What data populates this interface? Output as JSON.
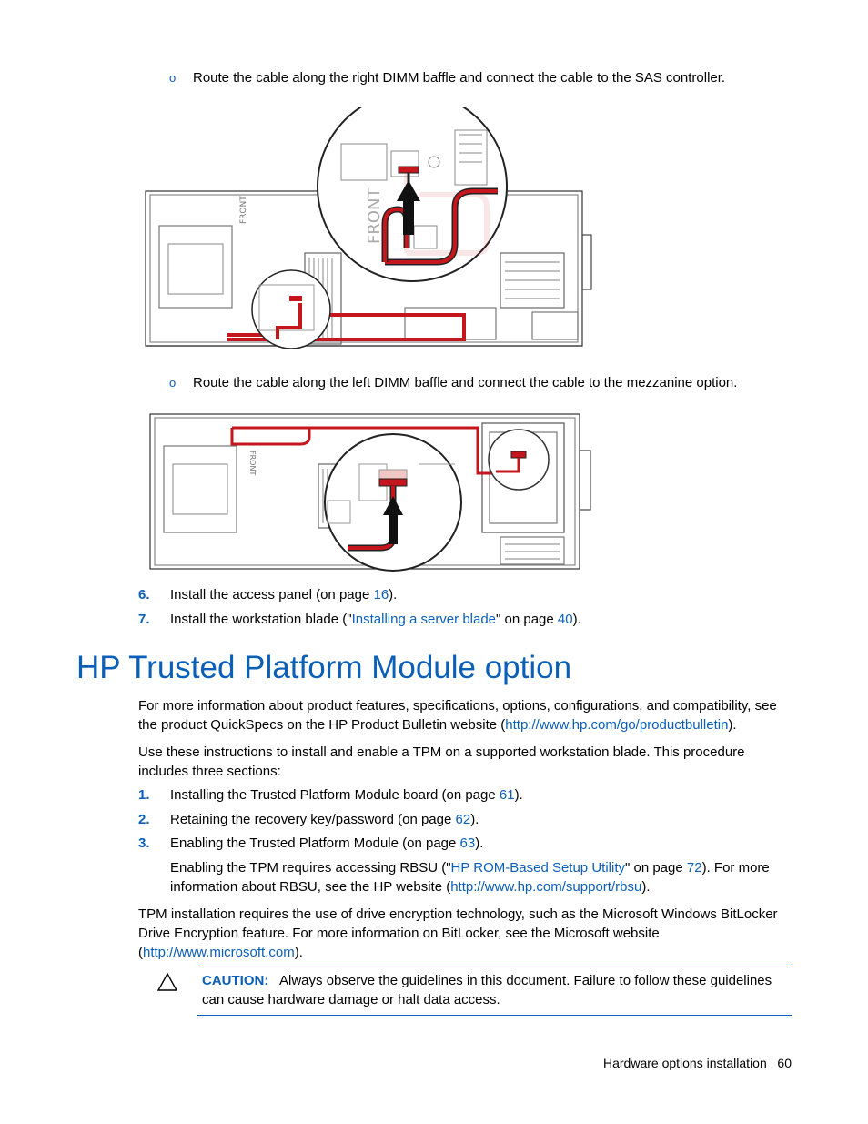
{
  "bullets": [
    {
      "marker": "o",
      "text": "Route the cable along the right DIMM baffle and connect the cable to the SAS controller."
    },
    {
      "marker": "o",
      "text": "Route the cable along the left DIMM baffle and connect the cable to the mezzanine option."
    }
  ],
  "figure1": {
    "label_front": "FRONT"
  },
  "figure2": {
    "label_front": "FRONT"
  },
  "steps_top": [
    {
      "num": "6.",
      "pre": "Install the access panel (on page ",
      "link": "16",
      "post": ")."
    },
    {
      "num": "7.",
      "pre": "Install the workstation blade (\"",
      "link": "Installing a server blade",
      "mid": "\" on page ",
      "link2": "40",
      "post": ")."
    }
  ],
  "section": {
    "title": "HP Trusted Platform Module option",
    "p1_pre": "For more information about product features, specifications, options, configurations, and compatibility, see the product QuickSpecs on the HP Product Bulletin website (",
    "p1_link": "http://www.hp.com/go/productbulletin",
    "p1_post": ").",
    "p2": "Use these instructions to install and enable a TPM on a supported workstation blade. This procedure includes three sections:",
    "steps": [
      {
        "num": "1.",
        "pre": "Installing the Trusted Platform Module board (on page ",
        "link": "61",
        "post": ")."
      },
      {
        "num": "2.",
        "pre": "Retaining the recovery key/password (on page ",
        "link": "62",
        "post": ")."
      },
      {
        "num": "3.",
        "pre": "Enabling the Trusted Platform Module (on page ",
        "link": "63",
        "post": ")."
      }
    ],
    "sub_pre": "Enabling the TPM requires accessing RBSU (\"",
    "sub_link": "HP ROM-Based Setup Utility",
    "sub_mid": "\" on page ",
    "sub_link2": "72",
    "sub_mid2": "). For more information about RBSU, see the HP website (",
    "sub_link3": "http://www.hp.com/support/rbsu",
    "sub_post": ").",
    "p3_pre": "TPM installation requires the use of drive encryption technology, such as the Microsoft Windows BitLocker Drive Encryption feature. For more information on BitLocker, see the Microsoft website (",
    "p3_link": "http://www.microsoft.com",
    "p3_post": ").",
    "caution_label": "CAUTION:",
    "caution_text": "Always observe the guidelines in this document. Failure to follow these guidelines can cause hardware damage or halt data access."
  },
  "footer": {
    "section": "Hardware options installation",
    "page": "60"
  },
  "colors": {
    "accent": "#0b5fb7",
    "cable": "#c4161c"
  }
}
